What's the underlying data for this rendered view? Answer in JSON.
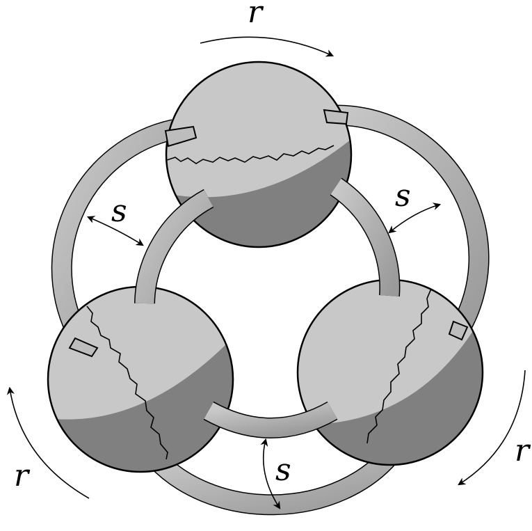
{
  "diagram": {
    "labels": {
      "r_top": "r",
      "r_left": "r",
      "r_right": "r",
      "s_left": "s",
      "s_right": "s",
      "s_bottom": "s"
    },
    "colors": {
      "sphere_light": "#c8c8c8",
      "sphere_dark": "#808080",
      "band_light": "#bdbdbd",
      "band_dark": "#858585",
      "stroke": "#000000",
      "background": "#ffffff"
    }
  }
}
